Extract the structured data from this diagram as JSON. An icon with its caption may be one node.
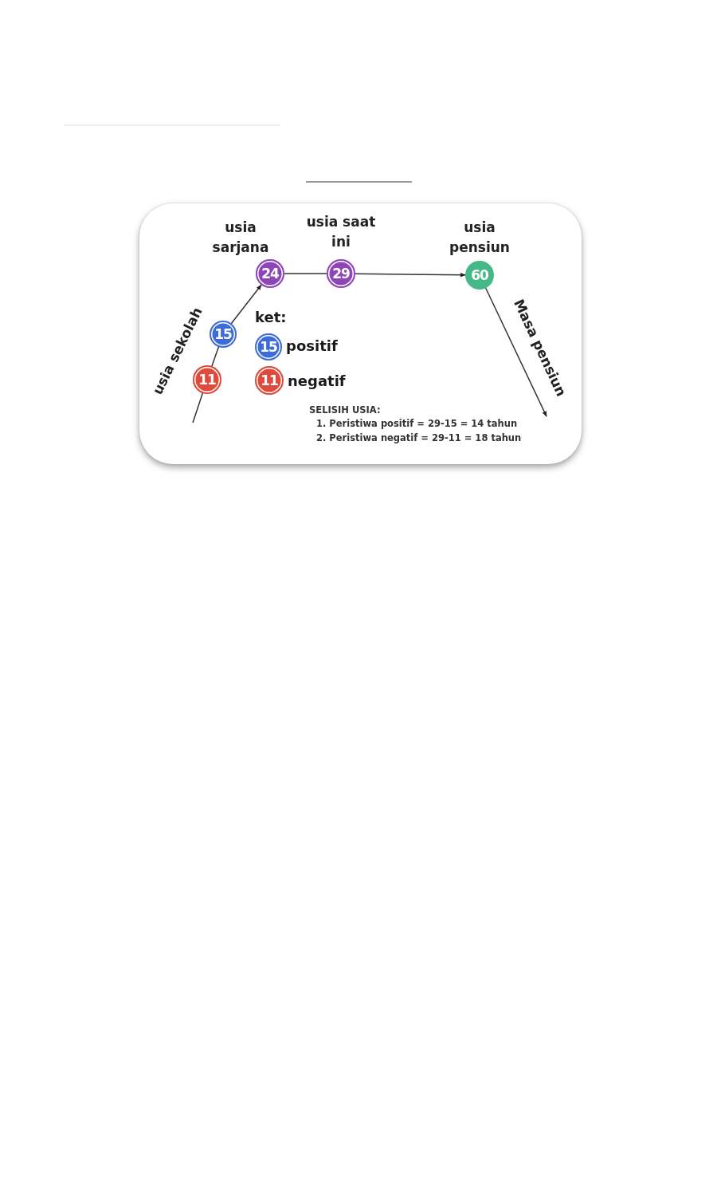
{
  "diagram": {
    "nodes": [
      {
        "text": [],
        "shape": "box"
      },
      {
        "text": [
          "11"
        ],
        "in": 0
      },
      {
        "text": [
          "15"
        ],
        "in": 0
      },
      {
        "text": [
          "24"
        ],
        "in": 0,
        "beside": [
          "usia sarjana"
        ]
      },
      {
        "text": [
          "29"
        ],
        "in": 0,
        "beside": [
          "usia saat ini"
        ]
      },
      {
        "text": [
          "60"
        ],
        "in": 0,
        "beside": [
          "usia pensiun"
        ]
      },
      {
        "text": [
          "15"
        ],
        "in": 0,
        "beside": [
          "positif"
        ]
      },
      {
        "text": [
          "11"
        ],
        "in": 0,
        "beside": [
          "negatif"
        ]
      }
    ],
    "edges": [
      {
        "from": null,
        "to": 1,
        "arrow": "none"
      },
      {
        "from": 1,
        "to": 2,
        "arrow": "none",
        "label": "usia sekolah"
      },
      {
        "from": 2,
        "to": 3,
        "arrow": "to"
      },
      {
        "from": 3,
        "to": 4,
        "arrow": "none"
      },
      {
        "from": 4,
        "to": 5,
        "arrow": "to"
      },
      {
        "from": 5,
        "to": null,
        "arrow": "to",
        "label": "Masa pensiun"
      }
    ],
    "labels": [
      "ket:",
      "SELISIH USIA:",
      "1. Peristiwa positif = 29-15 = 14 tahun",
      "2. Peristiwa negatif = 29-11 = 18 tahun"
    ]
  }
}
